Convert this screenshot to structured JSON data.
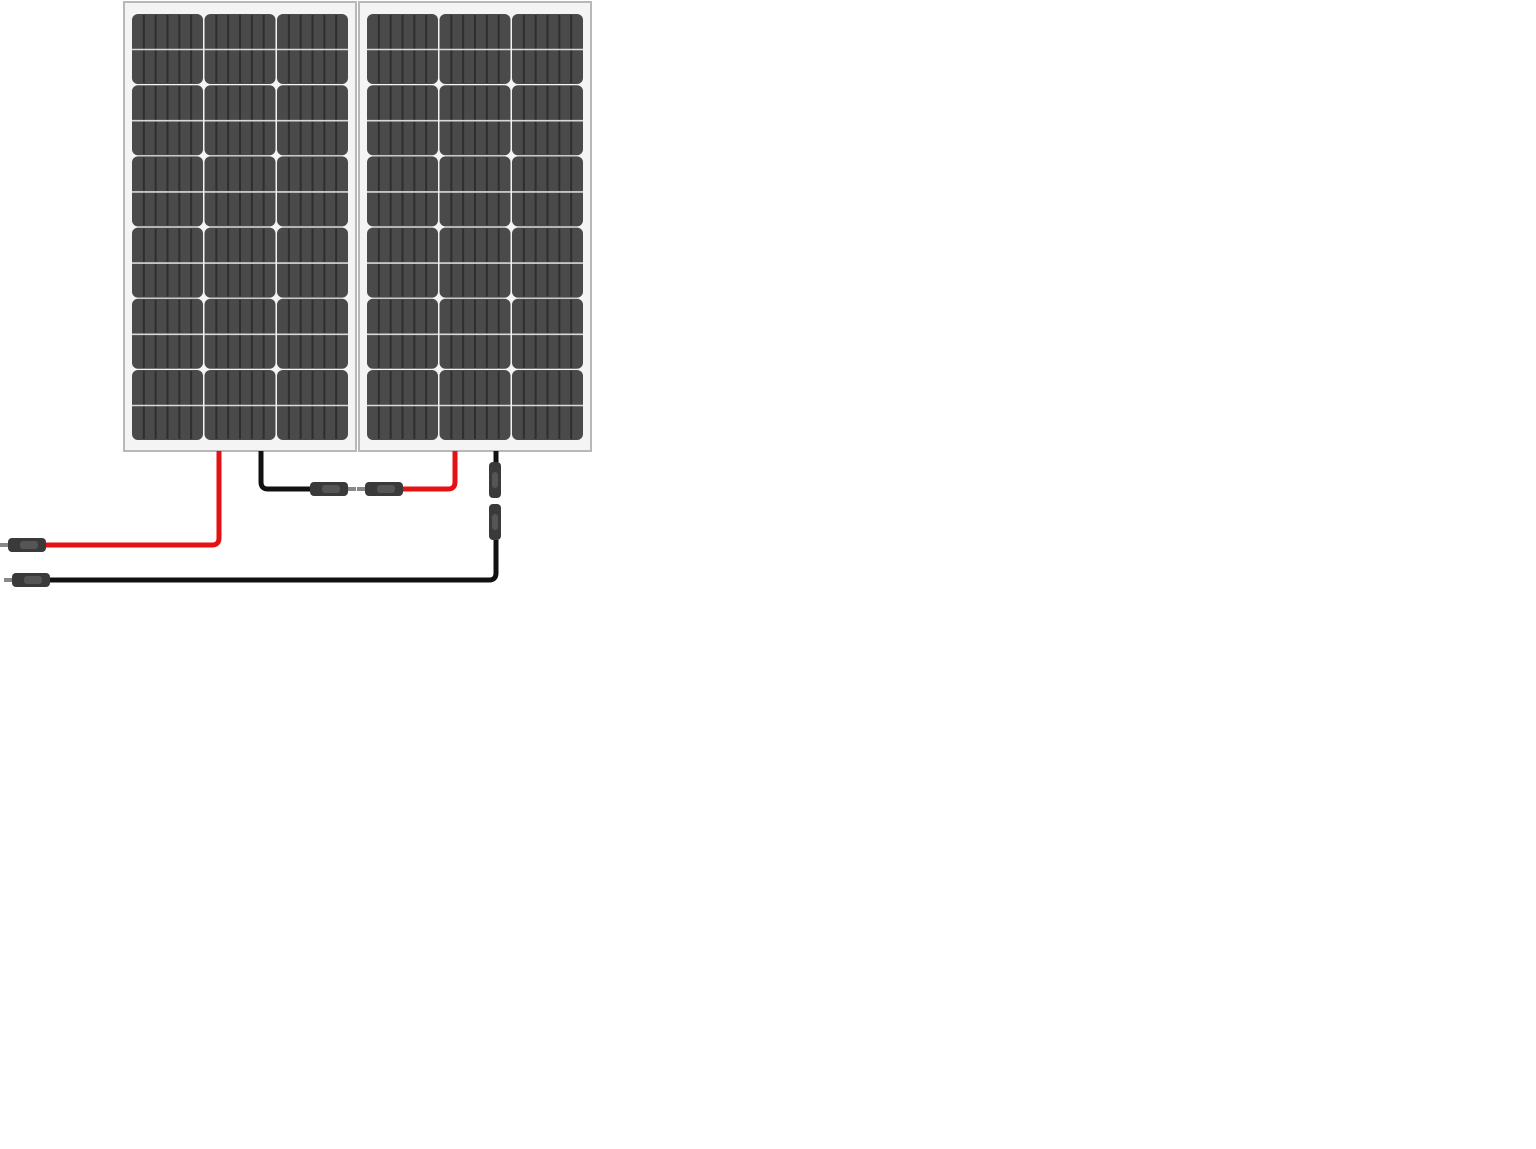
{
  "diagram": {
    "description_kind": "series-wiring",
    "panels": [
      {
        "id": "panel-left",
        "cell_columns": 3,
        "cell_rows": 6
      },
      {
        "id": "panel-right",
        "cell_columns": 3,
        "cell_rows": 6
      }
    ],
    "colors": {
      "background": "#ffffff",
      "frame": "#f4f4f4",
      "frame_border": "#b8b8b8",
      "cell": "#4a4a4a",
      "cell_line": "#2e2e2e",
      "busbar": "#d8d8d8",
      "positive_cable": "#e41212",
      "negative_cable": "#111111",
      "connector": "#3a3a3a"
    }
  }
}
